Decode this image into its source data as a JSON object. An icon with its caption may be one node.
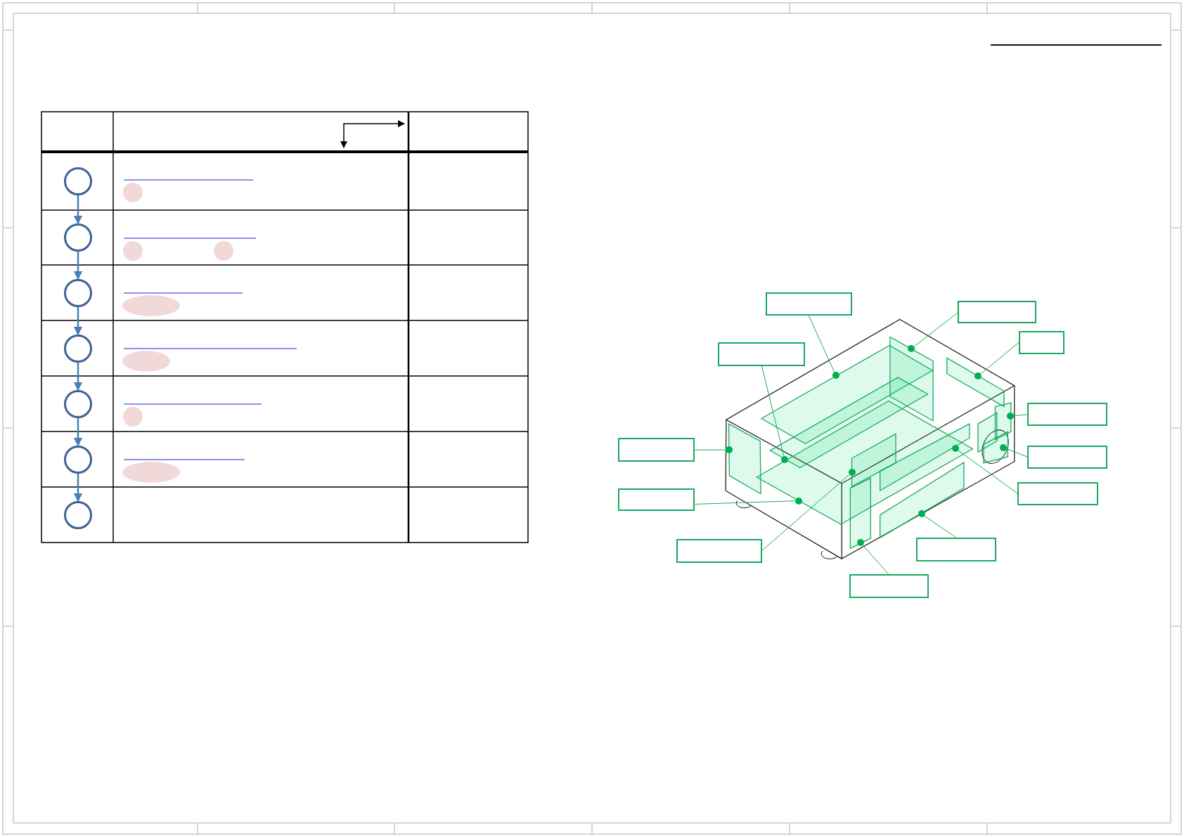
{
  "diagram": {
    "nodes": [
      {
        "text": [],
        "shape": "circle"
      },
      {
        "text": [],
        "shape": "circle"
      },
      {
        "text": [],
        "shape": "circle"
      },
      {
        "text": [],
        "shape": "circle"
      },
      {
        "text": [],
        "shape": "circle"
      },
      {
        "text": [],
        "shape": "circle"
      },
      {
        "text": [],
        "shape": "circle"
      },
      {
        "text": [],
        "shape": "box"
      },
      {
        "text": [],
        "shape": "box"
      },
      {
        "text": [],
        "shape": "box"
      },
      {
        "text": [],
        "shape": "box"
      },
      {
        "text": [],
        "shape": "box"
      },
      {
        "text": [],
        "shape": "box"
      },
      {
        "text": [],
        "shape": "box"
      },
      {
        "text": [],
        "shape": "box"
      },
      {
        "text": [],
        "shape": "box"
      },
      {
        "text": [],
        "shape": "box"
      },
      {
        "text": [],
        "shape": "box"
      },
      {
        "text": [],
        "shape": "box"
      },
      {
        "text": [],
        "shape": "circle"
      },
      {
        "text": [],
        "shape": "circle"
      },
      {
        "text": [],
        "shape": "circle"
      },
      {
        "text": [],
        "shape": "circle"
      },
      {
        "text": [],
        "shape": "circle"
      },
      {
        "text": [],
        "shape": "circle"
      },
      {
        "text": [],
        "shape": "circle"
      },
      {
        "text": [],
        "shape": "circle"
      },
      {
        "text": [],
        "shape": "circle"
      },
      {
        "text": [],
        "shape": "circle"
      },
      {
        "text": [],
        "shape": "circle"
      },
      {
        "text": [],
        "shape": "circle"
      }
    ],
    "edges": [
      {
        "from": 0,
        "to": 1,
        "arrow": "to",
        "color": "#4a7ebb"
      },
      {
        "from": 1,
        "to": 2,
        "arrow": "to",
        "color": "#4a7ebb"
      },
      {
        "from": 2,
        "to": 3,
        "arrow": "to",
        "color": "#4a7ebb"
      },
      {
        "from": 3,
        "to": 4,
        "arrow": "to",
        "color": "#4a7ebb"
      },
      {
        "from": 4,
        "to": 5,
        "arrow": "to",
        "color": "#4a7ebb"
      },
      {
        "from": 5,
        "to": 6,
        "arrow": "to",
        "color": "#4a7ebb"
      },
      {
        "from": 7,
        "to": 19,
        "arrow": "none"
      },
      {
        "from": 8,
        "to": 20,
        "arrow": "none"
      },
      {
        "from": 9,
        "to": 21,
        "arrow": "none"
      },
      {
        "from": 10,
        "to": 22,
        "arrow": "none"
      },
      {
        "from": 11,
        "to": 23,
        "arrow": "none"
      },
      {
        "from": 12,
        "to": 24,
        "arrow": "none"
      },
      {
        "from": 13,
        "to": 25,
        "arrow": "none"
      },
      {
        "from": 14,
        "to": 26,
        "arrow": "none"
      },
      {
        "from": 15,
        "to": 27,
        "arrow": "none"
      },
      {
        "from": 16,
        "to": 28,
        "arrow": "none"
      },
      {
        "from": 17,
        "to": 29,
        "arrow": "none"
      },
      {
        "from": 18,
        "to": 30,
        "arrow": "none"
      }
    ]
  }
}
